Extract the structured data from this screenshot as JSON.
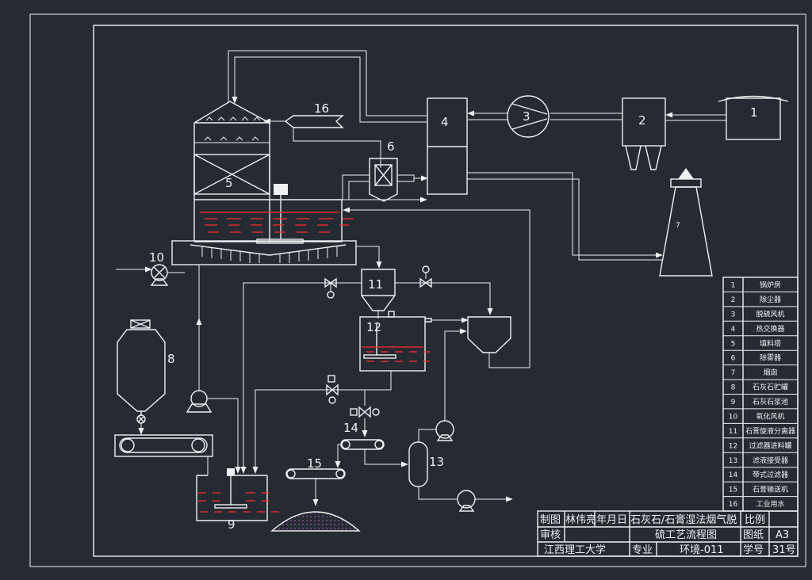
{
  "equipment": {
    "n1": "1",
    "n2": "2",
    "n3": "3",
    "n4": "4",
    "n5": "5",
    "n6": "6",
    "n7": "7",
    "n8": "8",
    "n9": "9",
    "n10": "10",
    "n11": "11",
    "n12": "12",
    "n13": "13",
    "n14": "14",
    "n15": "15",
    "n16": "16"
  },
  "legend": [
    {
      "no": "1",
      "name": "锅炉房"
    },
    {
      "no": "2",
      "name": "除尘器"
    },
    {
      "no": "3",
      "name": "脱硫风机"
    },
    {
      "no": "4",
      "name": "热交换器"
    },
    {
      "no": "5",
      "name": "填料塔"
    },
    {
      "no": "6",
      "name": "除雾器"
    },
    {
      "no": "7",
      "name": "烟囱"
    },
    {
      "no": "8",
      "name": "石灰石贮罐"
    },
    {
      "no": "9",
      "name": "石灰石浆池"
    },
    {
      "no": "10",
      "name": "氧化风机"
    },
    {
      "no": "11",
      "name": "石膏旋液分离器"
    },
    {
      "no": "12",
      "name": "过滤器进料罐"
    },
    {
      "no": "13",
      "name": "滤液接受器"
    },
    {
      "no": "14",
      "name": "带式过滤器"
    },
    {
      "no": "15",
      "name": "石膏输送机"
    },
    {
      "no": "16",
      "name": "工业用水"
    }
  ],
  "title_block": {
    "drawn_label": "制图",
    "drawn_name": "林伟亮",
    "date_label": "年月日",
    "title_line1": "石灰石/石膏湿法烟气脱",
    "title_line2": "硫工艺流程图",
    "scale_label": "比例",
    "scale_value": "",
    "review_label": "审核",
    "sheet_label": "图纸",
    "sheet_value": "A3",
    "school": "江西理工大学",
    "major_label": "专业",
    "major_value": "环境-011",
    "id_label": "学号",
    "id_value": "31号"
  },
  "colors": {
    "background": "#262b33",
    "line": "#eef0f2",
    "liquid": "#ff2a2a",
    "gypsum": "#9a4fb0"
  }
}
